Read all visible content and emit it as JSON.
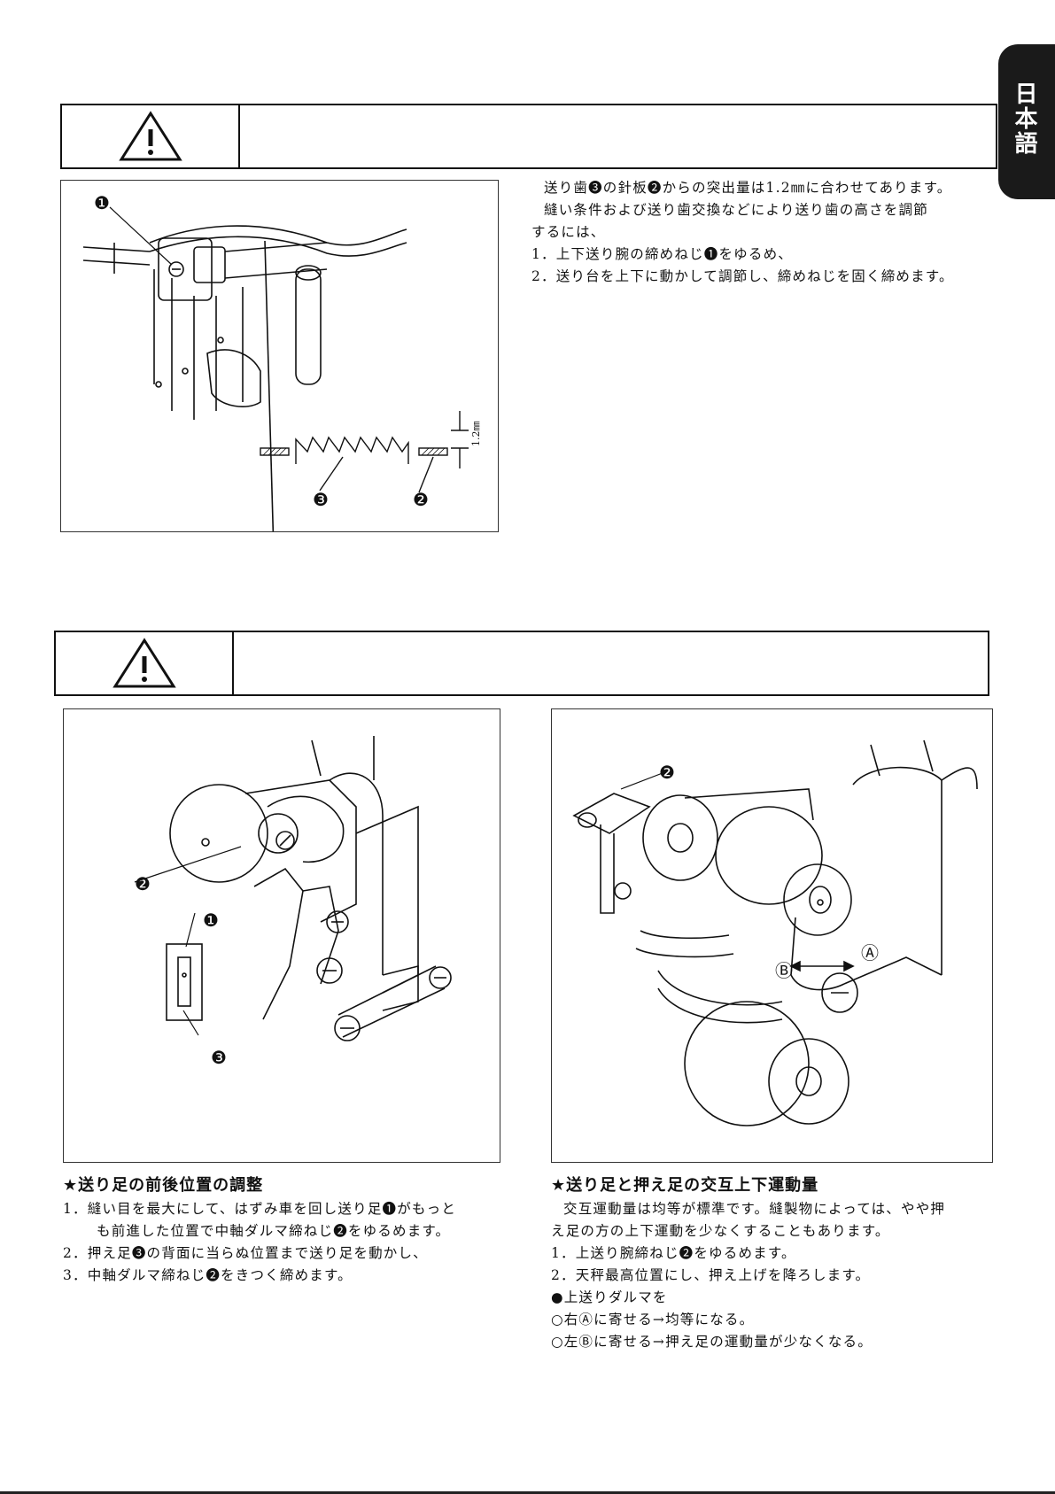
{
  "language_tab": {
    "label": "日本語"
  },
  "section1": {
    "warning_text": "",
    "lines": [
      "送り歯❸の針板❷からの突出量は1.2㎜に合わせてあります。",
      "縫い条件および送り歯交換などにより送り歯の高さを調節",
      "するには、",
      "1．上下送り腕の締めねじ❶をゆるめ、",
      "2．送り台を上下に動かして調節し、締めねじを固く締めます。"
    ],
    "figure": {
      "callouts": [
        "❶",
        "❸",
        "❷"
      ],
      "dimension": "1.2㎜"
    }
  },
  "section2": {
    "warning_text": "",
    "left": {
      "heading": "★送り足の前後位置の調整",
      "lines": [
        "1．縫い目を最大にして、はずみ車を回し送り足❶がもっと",
        "も前進した位置で中軸ダルマ締ねじ❷をゆるめます。",
        "2．押え足❸の背面に当らぬ位置まで送り足を動かし、",
        "3．中軸ダルマ締ねじ❷をきつく締めます。"
      ],
      "figure": {
        "callouts": [
          "❷",
          "❶",
          "❸"
        ]
      }
    },
    "right": {
      "heading": "★送り足と押え足の交互上下運動量",
      "lines": [
        "交互運動量は均等が標準です。縫製物によっては、やや押",
        "え足の方の上下運動を少なくすることもあります。",
        "1．上送り腕締ねじ❷をゆるめます。",
        "2．天秤最高位置にし、押え上げを降ろします。",
        "●上送りダルマを",
        "○右Ⓐに寄せる→均等になる。",
        "○左Ⓑに寄せる→押え足の運動量が少なくなる。"
      ],
      "figure": {
        "callouts": [
          "❷",
          "Ⓐ",
          "Ⓑ"
        ]
      }
    }
  }
}
